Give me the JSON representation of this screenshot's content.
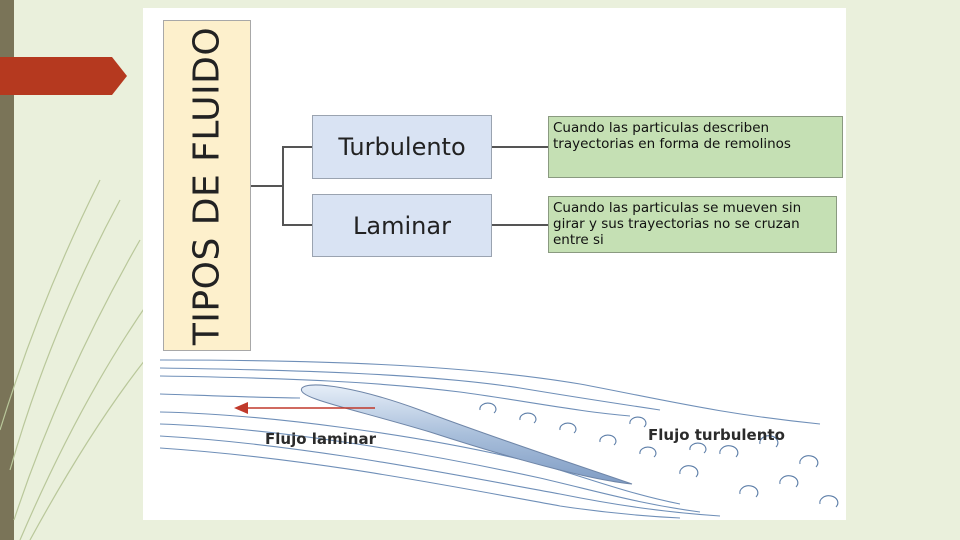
{
  "title": "TIPOS DE FLUIDO",
  "types": [
    {
      "name": "Turbulento",
      "description": "Cuando las particulas describen trayectorias en forma de remolinos"
    },
    {
      "name": "Laminar",
      "description": "Cuando las particulas se mueven sin girar y sus trayectorias no se cruzan entre si"
    }
  ],
  "figure": {
    "laminar_label": "Flujo laminar",
    "turbulent_label": "Flujo turbulento"
  },
  "colors": {
    "accent_arrow": "#b5391f",
    "type_box": "#d9e3f3",
    "desc_box": "#c5e0b4",
    "title_box": "#fdf0cc"
  }
}
